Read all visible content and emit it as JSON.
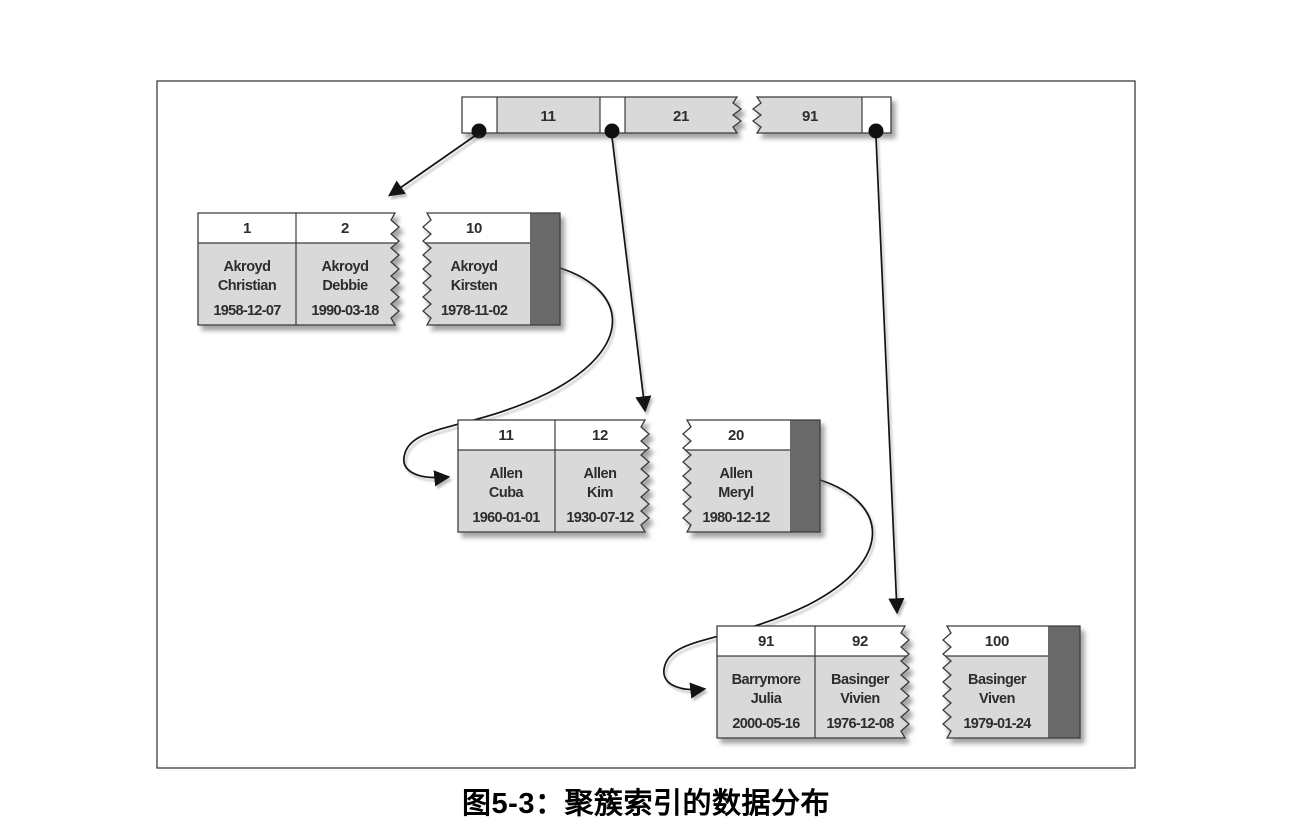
{
  "figure": {
    "caption": "图5-3：聚簇索引的数据分布"
  },
  "internal_node": {
    "keys": [
      "11",
      "21",
      "91"
    ]
  },
  "leaf_pages": [
    {
      "records": [
        {
          "key": "1",
          "name_line1": "Akroyd",
          "name_line2": "Christian",
          "date": "1958-12-07"
        },
        {
          "key": "2",
          "name_line1": "Akroyd",
          "name_line2": "Debbie",
          "date": "1990-03-18"
        },
        {
          "key": "10",
          "name_line1": "Akroyd",
          "name_line2": "Kirsten",
          "date": "1978-11-02"
        }
      ]
    },
    {
      "records": [
        {
          "key": "11",
          "name_line1": "Allen",
          "name_line2": "Cuba",
          "date": "1960-01-01"
        },
        {
          "key": "12",
          "name_line1": "Allen",
          "name_line2": "Kim",
          "date": "1930-07-12"
        },
        {
          "key": "20",
          "name_line1": "Allen",
          "name_line2": "Meryl",
          "date": "1980-12-12"
        }
      ]
    },
    {
      "records": [
        {
          "key": "91",
          "name_line1": "Barrymore",
          "name_line2": "Julia",
          "date": "2000-05-16"
        },
        {
          "key": "92",
          "name_line1": "Basinger",
          "name_line2": "Vivien",
          "date": "1976-12-08"
        },
        {
          "key": "100",
          "name_line1": "Basinger",
          "name_line2": "Viven",
          "date": "1979-01-24"
        }
      ]
    }
  ],
  "colors": {
    "cell_fill": "#d9d9d9",
    "header_fill": "#ffffff",
    "next_page_pointer_bar": "#696969",
    "border": "#3c3c3c"
  }
}
